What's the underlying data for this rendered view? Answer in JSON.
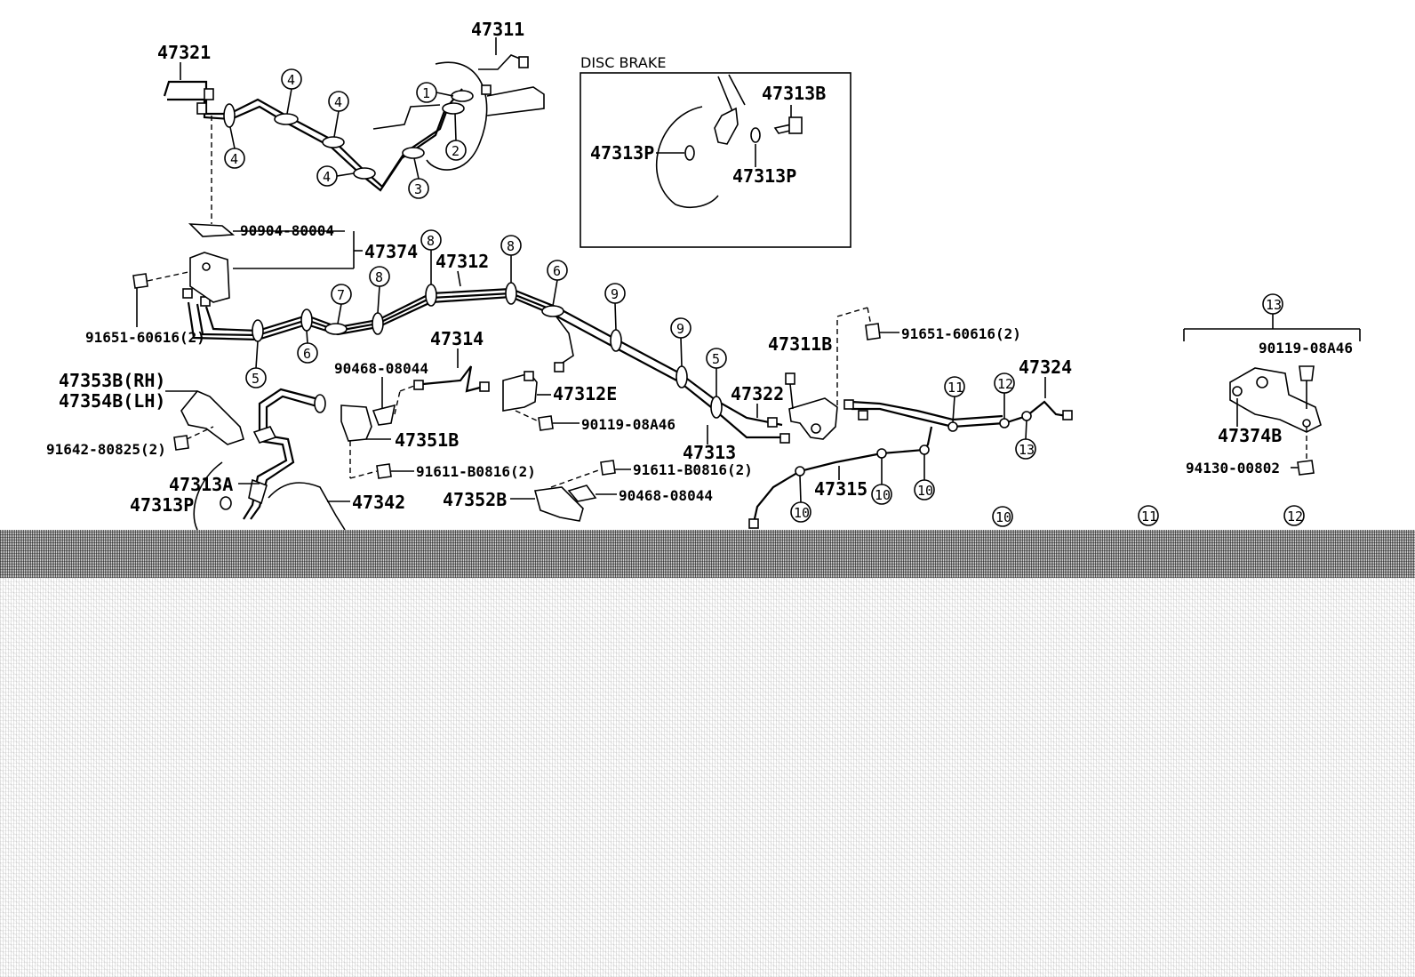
{
  "disc_brake": {
    "title": "DISC BRAKE",
    "parts": [
      "47313B",
      "47313P",
      "47313P"
    ]
  },
  "parts": {
    "p47321": "47321",
    "p47311": "47311",
    "p90904": "90904-80004",
    "p47374": "47374",
    "p47312": "47312",
    "p91651a": "91651-60616(2)",
    "p91651b": "91651-60616(2)",
    "p47314": "47314",
    "p90468a": "90468-08044",
    "p47312E": "47312E",
    "p90119a": "90119-08A46",
    "p47311B": "47311B",
    "p47322": "47322",
    "p47324": "47324",
    "p47313": "47313",
    "p47353B": "47353B(RH)",
    "p47354B": "47354B(LH)",
    "p91642": "91642-80825(2)",
    "p47351B": "47351B",
    "p91611a": "91611-B0816(2)",
    "p91611b": "91611-B0816(2)",
    "p90468b": "90468-08044",
    "p47352B": "47352B",
    "p47313A": "47313A",
    "p47313P": "47313P",
    "p47342": "47342",
    "p47315": "47315",
    "p90119b": "90119-08A46",
    "p47374B": "47374B",
    "p94130": "94130-00802"
  },
  "callouts": {
    "c1": "1",
    "c2": "2",
    "c3": "3",
    "c4a": "4",
    "c4b": "4",
    "c4c": "4",
    "c4d": "4",
    "c5a": "5",
    "c5b": "5",
    "c6a": "6",
    "c6b": "6",
    "c7": "7",
    "c8a": "8",
    "c8b": "8",
    "c8c": "8",
    "c9a": "9",
    "c9b": "9",
    "c10a": "10",
    "c10b": "10",
    "c10c": "10",
    "c10d": "10",
    "c11a": "11",
    "c11b": "11",
    "c12a": "12",
    "c12b": "12",
    "c13a": "13",
    "c13b": "13"
  }
}
